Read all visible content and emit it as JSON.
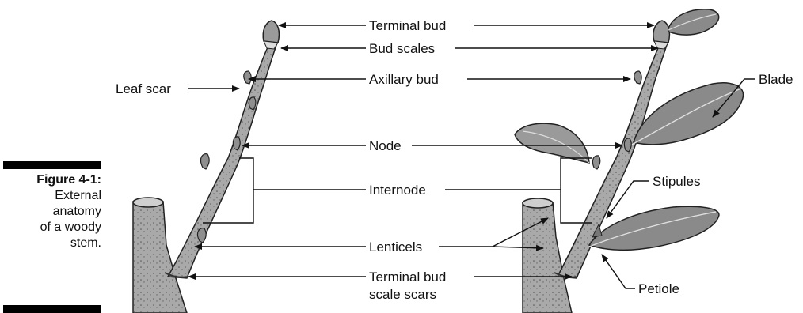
{
  "caption": {
    "figure_label": "Figure 4-1:",
    "lines": [
      "External",
      "anatomy",
      "of a woody",
      "stem."
    ]
  },
  "labels": {
    "terminal_bud": "Terminal bud",
    "bud_scales": "Bud scales",
    "axillary_bud": "Axillary bud",
    "node": "Node",
    "internode": "Internode",
    "lenticels": "Lenticels",
    "terminal_bud_scale_scars_1": "Terminal bud",
    "terminal_bud_scale_scars_2": "scale scars",
    "leaf_scar": "Leaf scar",
    "blade": "Blade",
    "stipules": "Stipules",
    "petiole": "Petiole"
  },
  "colors": {
    "stem": "#a9a9a9",
    "stem_dark": "#6e6e6e",
    "leaf": "#8a8a8a",
    "leaf_light": "#b5b5b5",
    "ink": "#111111"
  }
}
